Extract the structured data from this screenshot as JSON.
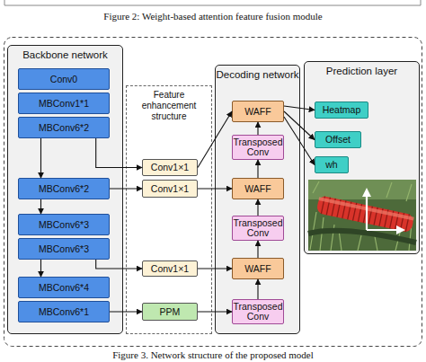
{
  "diagram": {
    "caption": "Figure 3. Network structure of the proposed model",
    "nodes": [
      {
        "text": [
          "Backbone network"
        ]
      },
      {
        "text": [
          "Conv0"
        ],
        "in": 0
      },
      {
        "text": [
          "MBConv1*1"
        ],
        "in": 0
      },
      {
        "text": [
          "MBConv6*2"
        ],
        "in": 0
      },
      {
        "text": [
          "MBConv6*2"
        ],
        "in": 0
      },
      {
        "text": [
          "MBConv6*3"
        ],
        "in": 0
      },
      {
        "text": [
          "MBConv6*3"
        ],
        "in": 0
      },
      {
        "text": [
          "MBConv6*4"
        ],
        "in": 0
      },
      {
        "text": [
          "MBConv6*1"
        ],
        "in": 0
      },
      {
        "text": [
          "Feature enhancement structure"
        ]
      },
      {
        "text": [
          "Conv1×1"
        ],
        "in": 9
      },
      {
        "text": [
          "Conv1×1"
        ],
        "in": 9
      },
      {
        "text": [
          "Conv1×1"
        ],
        "in": 9
      },
      {
        "text": [
          "PPM"
        ],
        "in": 9
      },
      {
        "text": [
          "Decoding network"
        ]
      },
      {
        "text": [
          "WAFF"
        ],
        "in": 14
      },
      {
        "text": [
          "Transposed Conv"
        ],
        "in": 14
      },
      {
        "text": [
          "WAFF"
        ],
        "in": 14
      },
      {
        "text": [
          "Transposed Conv"
        ],
        "in": 14
      },
      {
        "text": [
          "WAFF"
        ],
        "in": 14
      },
      {
        "text": [
          "Transposed Conv"
        ],
        "in": 14
      },
      {
        "text": [
          "Prediction layer"
        ]
      },
      {
        "text": [
          "Heatmap"
        ],
        "in": 21
      },
      {
        "text": [
          "Offset"
        ],
        "in": 21
      },
      {
        "text": [
          "wh"
        ],
        "in": 21
      }
    ],
    "edges": [
      {
        "from": 3,
        "to": 4,
        "arrow": "to"
      },
      {
        "from": 4,
        "to": 5,
        "arrow": "to"
      },
      {
        "from": 6,
        "to": 7,
        "arrow": "to"
      },
      {
        "from": 3,
        "to": 10,
        "arrow": "to"
      },
      {
        "from": 4,
        "to": 11,
        "arrow": "to"
      },
      {
        "from": 6,
        "to": 12,
        "arrow": "to"
      },
      {
        "from": 8,
        "to": 13,
        "arrow": "to"
      },
      {
        "from": 10,
        "to": 15,
        "arrow": "to"
      },
      {
        "from": 11,
        "to": 17,
        "arrow": "to"
      },
      {
        "from": 12,
        "to": 19,
        "arrow": "to"
      },
      {
        "from": 13,
        "to": 20,
        "arrow": "to"
      },
      {
        "from": 20,
        "to": 19,
        "arrow": "to"
      },
      {
        "from": 19,
        "to": 18,
        "arrow": "to"
      },
      {
        "from": 18,
        "to": 17,
        "arrow": "to"
      },
      {
        "from": 17,
        "to": 16,
        "arrow": "to"
      },
      {
        "from": 16,
        "to": 15,
        "arrow": "to"
      },
      {
        "from": 15,
        "to": 22,
        "arrow": "to"
      },
      {
        "from": 15,
        "to": 23,
        "arrow": "to"
      },
      {
        "from": 15,
        "to": 24,
        "arrow": "to"
      }
    ],
    "labels": [
      "Figure 2: Weight-based attention feature fusion module"
    ]
  }
}
